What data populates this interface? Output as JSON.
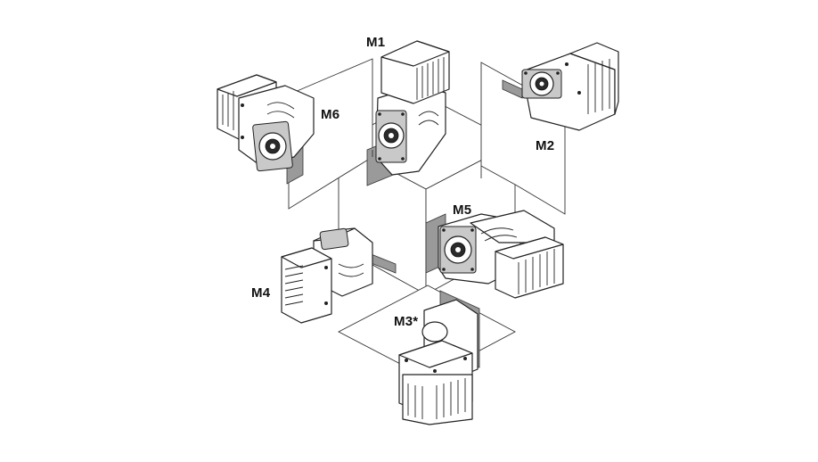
{
  "figure": {
    "positions": [
      {
        "id": "M1",
        "label": "M1"
      },
      {
        "id": "M2",
        "label": "M2"
      },
      {
        "id": "M3",
        "label": "M3*"
      },
      {
        "id": "M4",
        "label": "M4"
      },
      {
        "id": "M5",
        "label": "M5"
      },
      {
        "id": "M6",
        "label": "M6"
      }
    ]
  }
}
